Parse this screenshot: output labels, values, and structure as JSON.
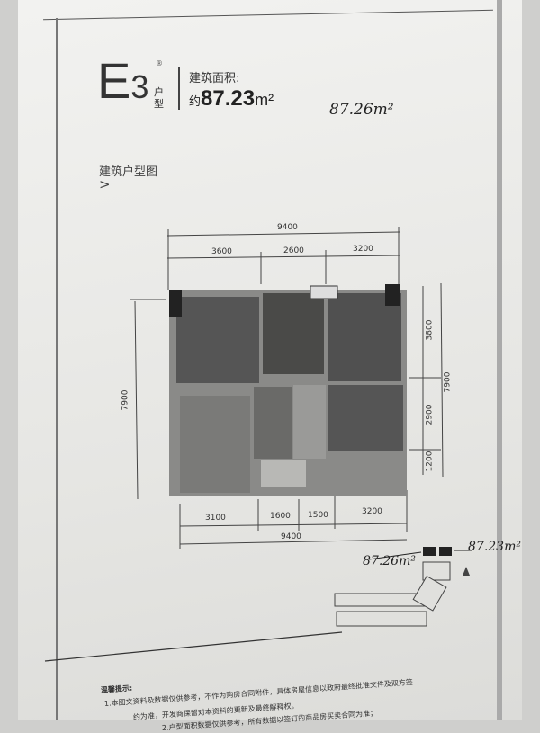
{
  "header": {
    "unit_letter": "E",
    "unit_number": "3",
    "unit_type_label": "户型",
    "registered_mark": "®",
    "area_label": "建筑面积:",
    "area_prefix": "约",
    "area_value": "87.23",
    "area_unit": "m²"
  },
  "handwritten": {
    "top_note": "87.26m²",
    "left_note": "87.26m²",
    "right_note": "87.23m²"
  },
  "plan": {
    "title": "建筑户型图",
    "chevron": ">",
    "top_total": "9400",
    "top_segments": [
      "3600",
      "2600",
      "3200"
    ],
    "bottom_total": "9400",
    "bottom_segments": [
      "3100",
      "1600",
      "1500",
      "3200"
    ],
    "left_total": "7900",
    "right_total": "7900",
    "right_segments": [
      "3800",
      "2900",
      "1200"
    ]
  },
  "notice": {
    "title": "温馨提示:",
    "lines": [
      "1.本图文资料及数据仅供参考，不作为购房合同附件，具体房屋信息以政府最终批准文件及双方签",
      "约为准，开发商保留对本资料的更新及最终解释权。",
      "2.户型面积数据仅供参考，所有数据以签订的商品房买卖合同为准；"
    ]
  }
}
